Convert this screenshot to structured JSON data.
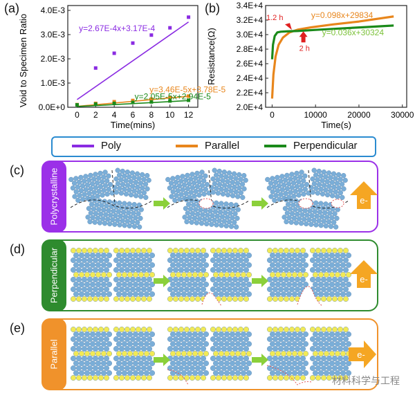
{
  "panels": {
    "a": "(a)",
    "b": "(b)",
    "c": "(c)",
    "d": "(d)",
    "e": "(e)"
  },
  "chart_data": [
    {
      "type": "scatter",
      "panel": "(a)",
      "xlabel": "Time(mins)",
      "ylabel": "Void to Specimen Ratio",
      "xlim": [
        -1,
        13
      ],
      "ylim": [
        0,
        0.0042
      ],
      "x_ticks": [
        "0",
        "2",
        "4",
        "6",
        "8",
        "10",
        "12"
      ],
      "y_ticks": [
        "0.0E+0",
        "1.0E-3",
        "2.0E-3",
        "3.0E-3",
        "4.0E-3"
      ],
      "series": [
        {
          "name": "Poly",
          "color": "#8a2be2",
          "x": [
            2,
            4,
            6,
            8,
            10,
            12
          ],
          "y": [
            0.00162,
            0.00223,
            0.00265,
            0.00298,
            0.00328,
            0.00372
          ],
          "fit": "y=2.67E-4x+3.17E-4",
          "fit_slope": 0.000267,
          "fit_intercept": 0.000317
        },
        {
          "name": "Parallel",
          "color": "#e8861c",
          "x": [
            0,
            2,
            4,
            6,
            8,
            10,
            12
          ],
          "y": [
            0.00011,
            0.00016,
            0.00023,
            0.00028,
            0.00034,
            0.00041,
            0.00046
          ],
          "fit": "y=3.46E-5x+3.78E-5",
          "fit_slope": 3.46e-05,
          "fit_intercept": 3.78e-05
        },
        {
          "name": "Perpendicular",
          "color": "#1a8a1a",
          "x": [
            0,
            2,
            4,
            6,
            8,
            10,
            12
          ],
          "y": [
            0.0001,
            0.00013,
            0.00016,
            0.0002,
            0.00022,
            0.00026,
            0.00029
          ],
          "fit": "y=2.05E-5x+2.94E-5",
          "fit_slope": 2.05e-05,
          "fit_intercept": 2.94e-05
        }
      ]
    },
    {
      "type": "line",
      "panel": "(b)",
      "xlabel": "Time(s)",
      "ylabel": "Resistance(Ω)",
      "xlim": [
        -1500,
        31000
      ],
      "ylim": [
        20000,
        34000
      ],
      "x_ticks": [
        "0",
        "10000",
        "20000",
        "30000"
      ],
      "y_ticks": [
        "2.0E+4",
        "2.2E+4",
        "2.4E+4",
        "2.6E+4",
        "2.8E+4",
        "3.0E+4",
        "3.2E+4",
        "3.4E+4"
      ],
      "series": [
        {
          "name": "Parallel",
          "color": "#e8861c",
          "x": [
            0,
            300,
            800,
            1500,
            2500,
            4000,
            6000,
            9000,
            14000,
            20000,
            28000
          ],
          "y": [
            21200,
            24500,
            27000,
            28600,
            29600,
            30300,
            30700,
            31000,
            31400,
            31800,
            32500
          ],
          "fit": "y=0.098x+29834"
        },
        {
          "name": "Perpendicular",
          "color": "#1a8a1a",
          "x": [
            0,
            200,
            600,
            1200,
            2000,
            3500,
            6000,
            10000,
            16000,
            22000,
            28000
          ],
          "y": [
            26600,
            28600,
            29800,
            30300,
            30400,
            30450,
            30500,
            30650,
            30850,
            31050,
            31250
          ],
          "fit": "y=0.036x+30324"
        }
      ],
      "annotations": [
        "1.2 h",
        "2 h"
      ]
    }
  ],
  "legend": [
    {
      "label": "Poly",
      "color": "#8a2be2"
    },
    {
      "label": "Parallel",
      "color": "#e8861c"
    },
    {
      "label": "Perpendicular",
      "color": "#1a8a1a"
    }
  ],
  "rows": {
    "c": {
      "label": "Polycrystalline",
      "color": "#9b30e8"
    },
    "d": {
      "label": "Perpendicular",
      "color": "#2e8b2e"
    },
    "e": {
      "label": "Parallel",
      "color": "#f0922b"
    }
  },
  "electron": "e-",
  "watermark": "材料科学与工程"
}
